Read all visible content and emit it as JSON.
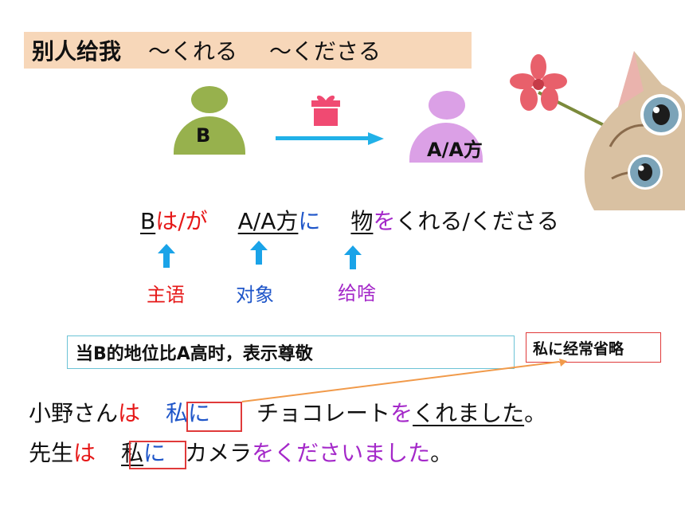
{
  "title": {
    "main": "别人给我",
    "form1": "～くれる",
    "form2": "～くださる"
  },
  "diagram": {
    "giver_label": "B",
    "receiver_label": "A/A方",
    "giver_color": "#97b14d",
    "receiver_color": "#dba0e6",
    "arrow_color": "#21b1e8",
    "gift_color": "#f04a72"
  },
  "pattern": {
    "subject": "B",
    "subject_particle": "は/が",
    "target": "A/A方",
    "target_particle": "に",
    "object": "物",
    "object_particle": "を",
    "verb": "くれる/くださる"
  },
  "roles": {
    "subject": "主语",
    "target": "对象",
    "object": "给啥"
  },
  "note": "当B的地位比A高时，表示尊敬",
  "side_note": "私に经常省略",
  "examples": [
    {
      "subject": "小野さん",
      "subject_particle": "は",
      "target_particle": "私に",
      "object": "チョコレート",
      "object_particle": "を",
      "verb": "くれました",
      "end": "。"
    },
    {
      "subject": "先生",
      "subject_particle": "は",
      "target": "私",
      "target_particle": "に",
      "object": "カメラ",
      "object_particle": "を",
      "verb": "くださいました",
      "end": "。"
    }
  ],
  "colors": {
    "title_bg": "#f7d7b9",
    "particle_red": "#e61919",
    "particle_blue": "#1f56c9",
    "particle_purple": "#a428c9",
    "role_arrow": "#1aa3e8"
  }
}
